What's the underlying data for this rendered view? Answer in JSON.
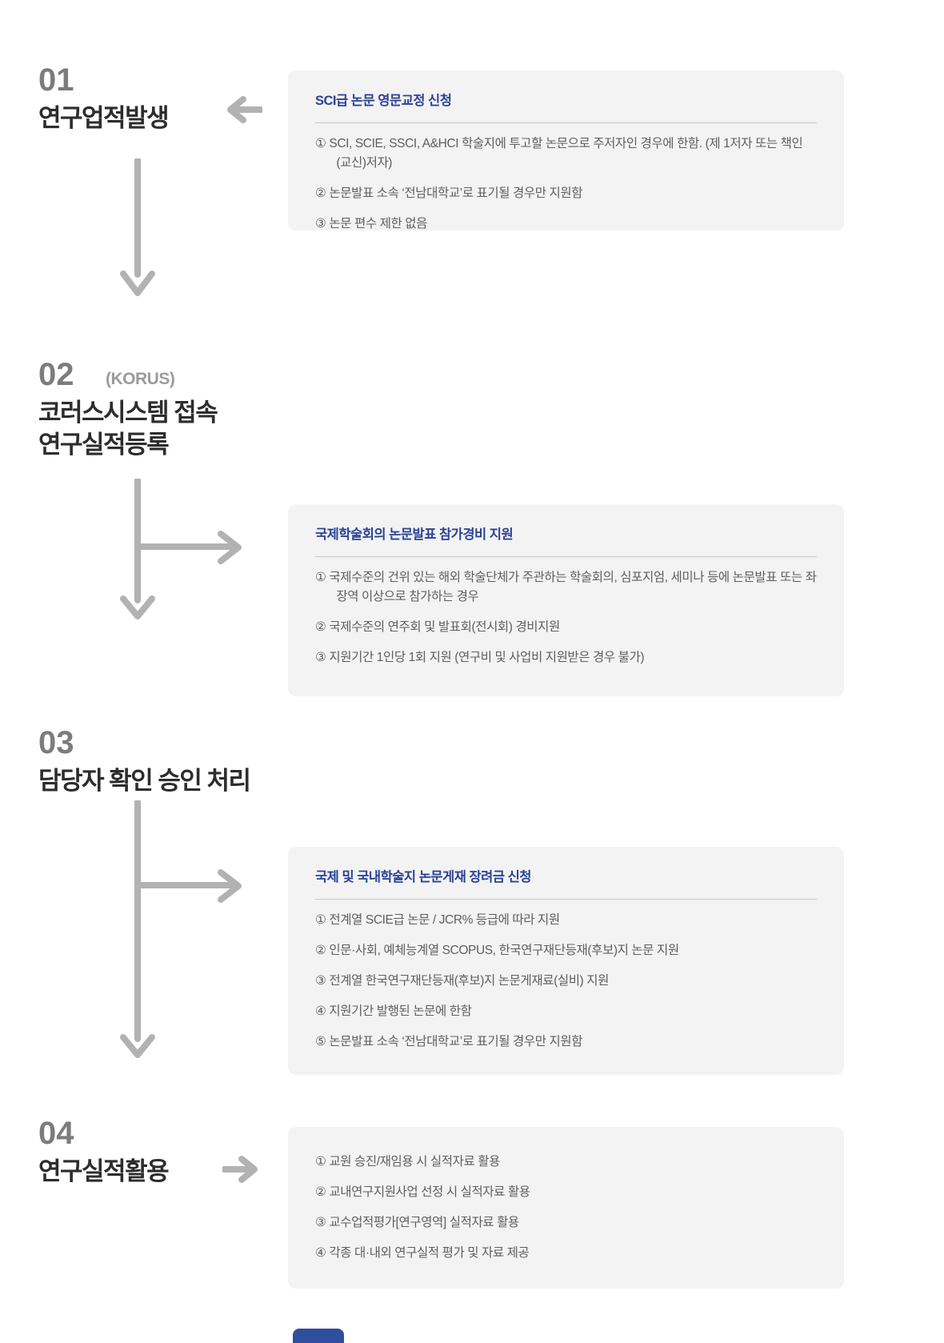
{
  "colors": {
    "box_background": "#f3f3f4",
    "box_title_blue": "#2b4295",
    "step_number_gray": "#7c7c7c",
    "step_title_dark": "#2d2d2d",
    "badge_gray": "#9b9b9b",
    "arrow_gray": "#b2b2b2",
    "body_text": "#5e5e5e",
    "divider": "#c7c7c7",
    "partial_element_blue": "#2d4f9e"
  },
  "steps": [
    {
      "number": "01",
      "badge": "",
      "title_lines": [
        "연구업적발생"
      ]
    },
    {
      "number": "02",
      "badge": "(KORUS)",
      "title_lines": [
        "코러스시스템 접속",
        "연구실적등록"
      ]
    },
    {
      "number": "03",
      "badge": "",
      "title_lines": [
        "담당자 확인 승인 처리"
      ]
    },
    {
      "number": "04",
      "badge": "",
      "title_lines": [
        "연구실적활용"
      ]
    }
  ],
  "boxes": [
    {
      "title": "SCI급 논문 영문교정 신청",
      "items": [
        "① SCI, SCIE, SSCI, A&HCI 학술지에 투고할 논문으로 주저자인 경우에 한함. (제 1저자 또는 책인(교신)저자)",
        "② 논문발표 소속 ‘전남대학교’로 표기될 경우만 지원함",
        "③ 논문 편수 제한 없음"
      ]
    },
    {
      "title": "국제학술회의 논문발표 참가경비 지원",
      "items": [
        "① 국제수준의 건위 있는 해외 학술단체가 주관하는 학술회의, 심포지엄, 세미나 등에 논문발표 또는 좌장역 이상으로 참가하는 경우",
        "② 국제수준의 연주회 및 발표회(전시회) 경비지원",
        "③ 지원기간 1인당 1회 지원 (연구비 및 사업비 지원받은 경우 불가)"
      ]
    },
    {
      "title": "국제 및 국내학술지 논문게재 장려금 신청",
      "items": [
        "① 전계열 SCIE급 논문 / JCR% 등급에 따라 지원",
        "② 인문·사회, 예체능계열 SCOPUS, 한국연구재단등재(후보)지 논문 지원",
        "③ 전계열 한국연구재단등재(후보)지 논문게재료(실비) 지원",
        "④ 지원기간 발행된 논문에 한함",
        "⑤ 논문발표 소속 ‘전남대학교’로 표기될 경우만 지원함"
      ]
    },
    {
      "title": "",
      "items": [
        "① 교원 승진/재임용 시 실적자료 활용",
        "② 교내연구지원사업 선정 시 실적자료 활용",
        "③ 교수업적평가[연구영역] 실적자료 활용",
        "④ 각종 대·내외 연구실적 평가 및 자료 제공"
      ]
    }
  ]
}
